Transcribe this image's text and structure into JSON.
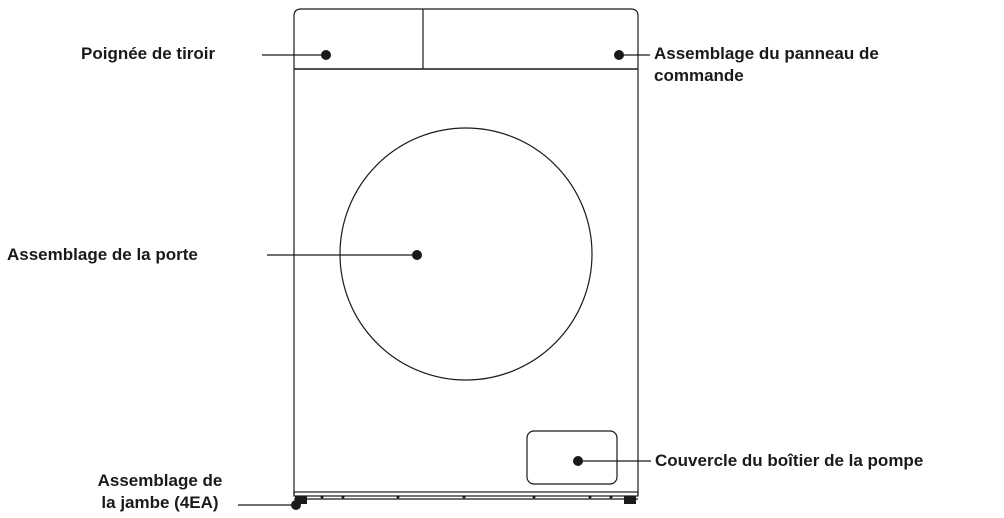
{
  "callouts": {
    "drawer_handle": "Poignée de tiroir",
    "control_panel": [
      "Assemblage du panneau de",
      "commande"
    ],
    "door": "Assemblage de la porte",
    "pump_cover": "Couvercle du boîtier de la pompe",
    "leg": [
      "Assemblage de",
      "la jambe (4EA)"
    ]
  },
  "colors": {
    "line": "#1a1a1a",
    "text": "#1a1a1a"
  }
}
